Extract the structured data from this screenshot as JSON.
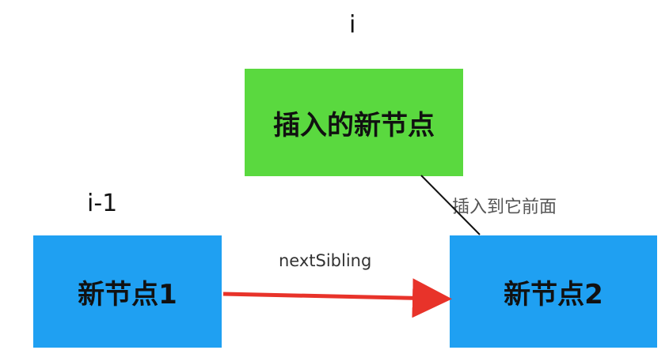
{
  "labels": {
    "index_i": "i",
    "index_prev": "i-1",
    "next_sibling": "nextSibling",
    "insert_before": "插入到它前面"
  },
  "nodes": {
    "inserted": {
      "text": "插入的新节点",
      "color": "#5ad93f"
    },
    "node1": {
      "text": "新节点1",
      "color": "#1fa0f2"
    },
    "node2": {
      "text": "新节点2",
      "color": "#1fa0f2"
    }
  },
  "connectors": {
    "arrow_color": "#e8332a",
    "line_color": "#111111"
  }
}
